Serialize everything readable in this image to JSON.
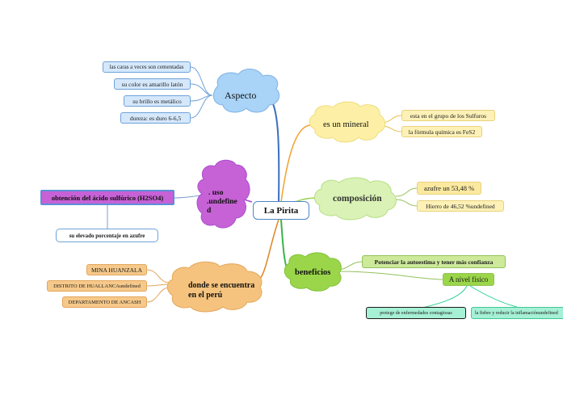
{
  "central": {
    "label": "La Pirita"
  },
  "aspecto": {
    "label": "Aspecto",
    "items": [
      "las caras a veces son cementadas",
      "su color es amarillo latón",
      "su brillo es metálico",
      "dureza: es duro 6-6,5"
    ]
  },
  "mineral": {
    "label": "es un mineral",
    "items": [
      "esta en el grupo de los Sulfuros",
      "la fórmula química es FeS2"
    ]
  },
  "composicion": {
    "label": "composición",
    "items": [
      "azufre un 53,48 %",
      "Hierro de 46,52 %undefined"
    ]
  },
  "beneficios": {
    "label": "beneficios",
    "items": [
      "Potenciar la autoestima y tener más confianza",
      "A nivel físico"
    ],
    "fisico_items": [
      "protege de enfermedades contagiosas",
      "la fiebre y reducir la inflamaciónundefined"
    ]
  },
  "uso": {
    "label_line1": ". uso",
    "label_line2": ".undefine",
    "label_line3": "d",
    "items": [
      "obtención del ácido sulfúrico (H2SO4)"
    ],
    "sub_items": [
      "su elevado porcentaje en azufre"
    ]
  },
  "ubicacion": {
    "label_line1": "donde se encuentra",
    "label_line2": "en el perú",
    "items": [
      "MINA HUANZALA",
      "DISTRITO DE HUALLANCAundefined",
      "DEPARTAMENTO DE ANCASH"
    ]
  },
  "colors": {
    "aspecto": "#3b6fc0",
    "mineral": "#f2a63a",
    "composicion": "#9bd35a",
    "beneficios": "#3bb34a",
    "uso": "#a94fcf",
    "ubicacion": "#e08a2e",
    "physical": "#2ecf9a"
  }
}
